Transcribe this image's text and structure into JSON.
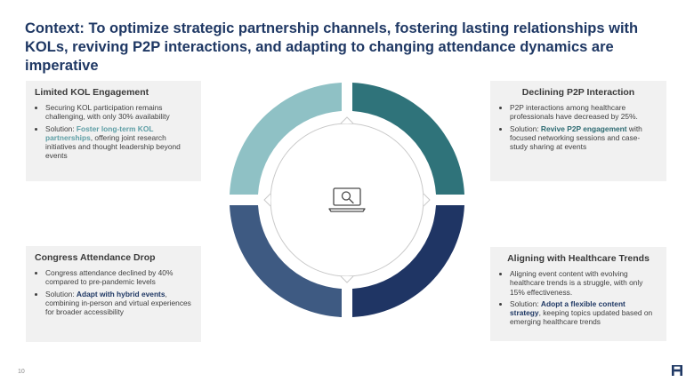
{
  "title": "Context: To optimize strategic partnership channels, fostering lasting relationships with KOLs, reviving P2P interactions, and adapting to changing attendance dynamics are imperative",
  "cards": {
    "kol": {
      "heading": "Limited KOL Engagement",
      "b1": "Securing KOL participation remains challenging, with only 30% availability",
      "b2_pre": "Solution: ",
      "b2_hl": "Foster long-term KOL partnerships",
      "b2_post": ", offering joint research initiatives and thought leadership beyond events"
    },
    "p2p": {
      "heading": "Declining P2P Interaction",
      "b1": "P2P interactions among healthcare professionals have decreased by 25%.",
      "b2_pre": "Solution: ",
      "b2_hl": "Revive P2P engagement",
      "b2_post": " with focused networking sessions and case-study sharing at events"
    },
    "congress": {
      "heading": "Congress Attendance Drop",
      "b1": "Congress attendance declined by 40% compared to pre-pandemic levels",
      "b2_pre": "Solution: ",
      "b2_hl": "Adapt with hybrid events",
      "b2_post": ", combining in-person and virtual experiences for broader accessibility"
    },
    "trends": {
      "heading": "Aligning with Healthcare Trends",
      "b1": "Aligning event content with evolving healthcare trends is a struggle, with only 15% effectiveness.",
      "b2_pre": "Solution: ",
      "b2_hl": "Adopt a flexible content strategy",
      "b2_post": ", keeping topics updated based on emerging healthcare trends"
    }
  },
  "colors": {
    "title": "#1f3864",
    "segment_top_left": "#8fc1c5",
    "segment_top_right": "#2f737a",
    "segment_bottom_left": "#3e5a82",
    "segment_bottom_right": "#1f3564",
    "card_bg": "#f1f1f1"
  },
  "center_icon": "laptop-search-icon",
  "footer": {
    "page_number": "10",
    "logo_icon": "brand-logo-icon"
  }
}
